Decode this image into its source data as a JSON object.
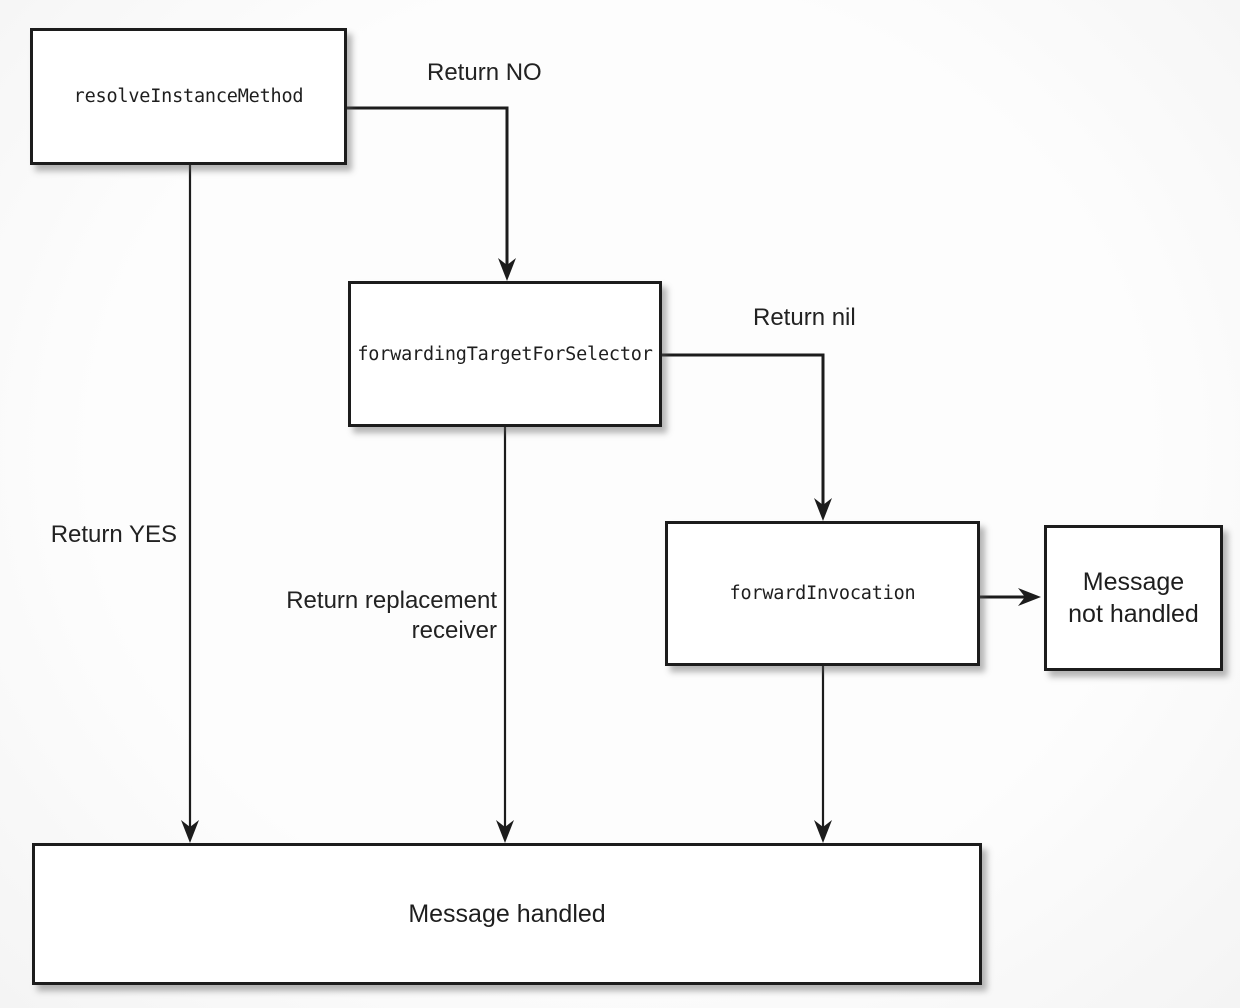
{
  "diagram": {
    "background": "#fbfbfb",
    "stroke_color": "#1c1c1c",
    "text_color": "#1e1e1e",
    "nodes": {
      "resolveInstanceMethod": {
        "label": "resolveInstanceMethod"
      },
      "forwardingTargetForSelector": {
        "label": "forwardingTargetForSelector"
      },
      "forwardInvocation": {
        "label": "forwardInvocation"
      },
      "messageNotHandled": {
        "line1": "Message",
        "line2": "not handled"
      },
      "messageHandled": {
        "label": "Message handled"
      }
    },
    "edgeLabels": {
      "returnNo": "Return NO",
      "returnYes": "Return YES",
      "returnNil": "Return nil",
      "returnReplacement1": "Return replacement",
      "returnReplacement2": "receiver"
    },
    "edges": [
      {
        "from": "resolveInstanceMethod",
        "to": "forwardingTargetForSelector",
        "label": "Return NO"
      },
      {
        "from": "resolveInstanceMethod",
        "to": "messageHandled",
        "label": "Return YES"
      },
      {
        "from": "forwardingTargetForSelector",
        "to": "forwardInvocation",
        "label": "Return nil"
      },
      {
        "from": "forwardingTargetForSelector",
        "to": "messageHandled",
        "label": "Return replacement receiver"
      },
      {
        "from": "forwardInvocation",
        "to": "messageNotHandled",
        "label": ""
      },
      {
        "from": "forwardInvocation",
        "to": "messageHandled",
        "label": ""
      }
    ]
  }
}
